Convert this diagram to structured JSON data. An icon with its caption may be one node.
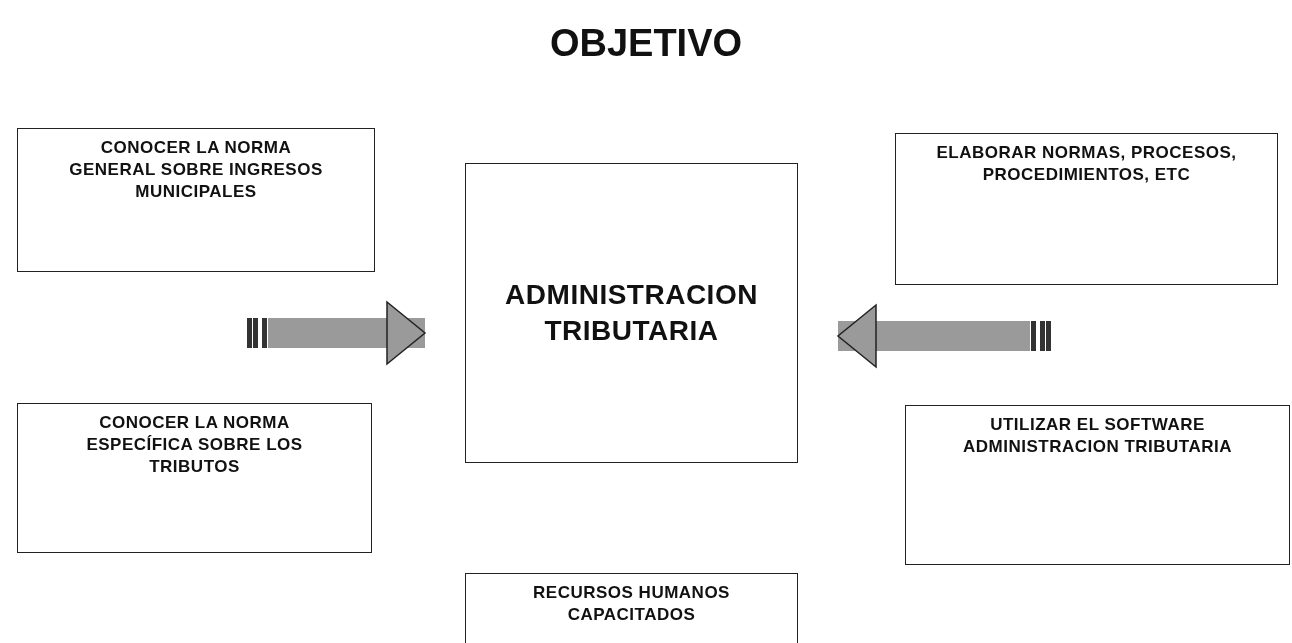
{
  "diagram": {
    "title": "OBJETIVO",
    "nodes": [
      {
        "text": [
          "CONOCER LA NORMA GENERAL SOBRE INGRESOS MUNICIPALES"
        ]
      },
      {
        "text": [
          "ELABORAR NORMAS, PROCESOS, PROCEDIMIENTOS, ETC"
        ]
      },
      {
        "text": [
          "ADMINISTRACION TRIBUTARIA"
        ]
      },
      {
        "text": [
          "CONOCER LA NORMA ESPECÍFICA SOBRE LOS TRIBUTOS"
        ]
      },
      {
        "text": [
          "UTILIZAR EL SOFTWARE ADMINISTRACION TRIBUTARIA"
        ]
      },
      {
        "text": [
          "RECURSOS HUMANOS CAPACITADOS"
        ]
      }
    ],
    "edges": [
      {
        "from": null,
        "to": 2,
        "arrow": "to"
      },
      {
        "from": null,
        "to": 2,
        "arrow": "to"
      }
    ]
  }
}
